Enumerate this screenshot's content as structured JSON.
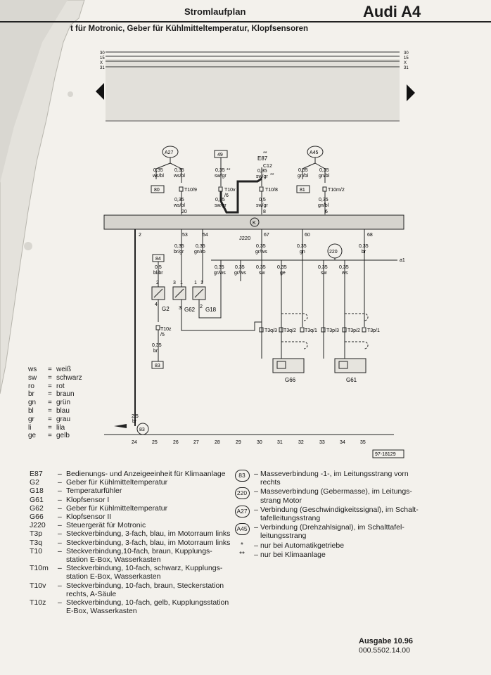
{
  "header": {
    "title": "Stromlaufplan",
    "model": "Audi A4",
    "subtitle": "t für Motronic, Geber für Kühlmitteltemperatur, Klopfsensoren"
  },
  "top_rails": [
    "30",
    "15",
    "X",
    "31"
  ],
  "connectors_top": {
    "A27": "A27",
    "E87": "E87",
    "C12": "C12",
    "A45": "A45",
    "w1": "0,35",
    "w1c": "ws/bl",
    "w2": "0,35",
    "w2c": "ws/bl",
    "w3": "0,35",
    "w3c": "sw/gr",
    "w4": "0,35",
    "w4c": "sw/gr",
    "w5": "0,35",
    "w5c": "gn/bl",
    "w6": "0,35",
    "w6c": "gn/bl",
    "n80": "80",
    "n49": "49",
    "n81": "81",
    "t109": "T10/9",
    "t10v": "T10v",
    "t10v6": "/6",
    "t108": "T10/8",
    "t10m2": "T10m/2",
    "w7": "0,35",
    "w7c": "ws/bl",
    "p20": "20",
    "w8": "0,35",
    "w8c": "sw/gr",
    "w9": "0,5",
    "w9c": "sw/gr",
    "p8": "8",
    "w10": "0,35",
    "w10c": "gn/bl",
    "p6": "6",
    "star2": "**",
    "star2b": "**",
    "star2c": "**"
  },
  "controller": {
    "K": "K",
    "J220": "J220",
    "p2": "2",
    "p53": "53",
    "p54": "54",
    "p67": "67",
    "p60": "60",
    "p68": "68"
  },
  "mid": {
    "a1": "a1",
    "n220": "220",
    "w53": "0,35",
    "w53c": "br/gr",
    "w54": "0,35",
    "w54c": "gn/ro",
    "w67": "0,35",
    "w67c": "gr/ws",
    "w60": "0,35",
    "w60c": "gn",
    "w68": "0,35",
    "w68c": "br",
    "n84": "84",
    "wb1": "0,5",
    "wb1c": "bl/br",
    "c1": "0,35",
    "c1c": "gr/ws",
    "c2": "0,35",
    "c2c": "gr/ws",
    "c3": "0,35",
    "c3c": "sw",
    "c4": "0,35",
    "c4c": "ge",
    "c5": "0,35",
    "c5c": "sw",
    "c6": "0,35",
    "c6c": "ws",
    "G2": "G2",
    "G62": "G62",
    "G18": "G18",
    "pin1a": "1",
    "pin2a": "2",
    "pin3a": "3",
    "pin4a": "4",
    "pin1b": "1",
    "pin2b": "2",
    "pin3b": "3",
    "pin1c": "1",
    "pin2c": "2",
    "t10z": "T10z",
    "t10z5": "/5",
    "wz": "0,35",
    "wzc": "br",
    "n83box": "83",
    "T3q3": "T3q/3",
    "T3q2": "T3q/2",
    "T3q1": "T3q/1",
    "T3p3": "T3p/3",
    "T3p2": "T3p/2",
    "T3p1": "T3p/1",
    "G66": "G66",
    "G61": "G61",
    "gw": "2,5",
    "gwc": "br",
    "g83": "83",
    "ref": "97-18129"
  },
  "tracks": [
    "24",
    "25",
    "26",
    "27",
    "28",
    "29",
    "30",
    "31",
    "32",
    "33",
    "34",
    "35"
  ],
  "color_codes": [
    {
      "code": "ws",
      "name": "weiß"
    },
    {
      "code": "sw",
      "name": "schwarz"
    },
    {
      "code": "ro",
      "name": "rot"
    },
    {
      "code": "br",
      "name": "braun"
    },
    {
      "code": "gn",
      "name": "grün"
    },
    {
      "code": "bl",
      "name": "blau"
    },
    {
      "code": "gr",
      "name": "grau"
    },
    {
      "code": "li",
      "name": "lila"
    },
    {
      "code": "ge",
      "name": "gelb"
    }
  ],
  "legend_left": [
    {
      "code": "E87",
      "text": "Bedienungs- und Anzeigeeinheit für Klimaanlage"
    },
    {
      "code": "G2",
      "text": "Geber für Kühlmitteltemperatur"
    },
    {
      "code": "G18",
      "text": "Temperaturfühler"
    },
    {
      "code": "G61",
      "text": "Klopfsensor I"
    },
    {
      "code": "G62",
      "text": "Geber für Kühlmitteltemperatur"
    },
    {
      "code": "G66",
      "text": "Klopfsensor II"
    },
    {
      "code": "J220",
      "text": "Steuergerät für Motronic"
    },
    {
      "code": "T3p",
      "text": "Steckverbindung, 3-fach, blau, im Motorraum links"
    },
    {
      "code": "T3q",
      "text": "Steckverbindung, 3-fach, blau, im Motorraum links"
    },
    {
      "code": "T10",
      "text": "Steckverbindung,10-fach, braun, Kupplungs-station E-Box, Wasserkasten"
    },
    {
      "code": "T10m",
      "text": "Steckverbindung, 10-fach, schwarz, Kupplungs-station E-Box, Wasserkasten"
    },
    {
      "code": "T10v",
      "text": "Steckverbindung, 10-fach, braun, Steckerstation rechts, A-Säule"
    },
    {
      "code": "T10z",
      "text": "Steckverbindung, 10-fach, gelb, Kupplungsstation E-Box, Wasserkasten"
    }
  ],
  "legend_right": [
    {
      "sym": "83",
      "text": "Masseverbindung -1-, im Leitungsstrang vorn rechts"
    },
    {
      "sym": "220",
      "text": "Masseverbindung (Gebermasse), im Leitungs-strang Motor"
    },
    {
      "sym": "A27",
      "text": "Verbindung (Geschwindigkeitssignal), im Schalt-tafelleitungsstrang"
    },
    {
      "sym": "A45",
      "text": "Verbindung (Drehzahlsignal), im Schalttafel-leitungsstrang"
    },
    {
      "sym": "*",
      "text": "nur bei Automatikgetriebe"
    },
    {
      "sym": "**",
      "text": "nur bei Klimaanlage"
    }
  ],
  "footer": {
    "edition": "Ausgabe 10.96",
    "number": "000.5502.14.00"
  }
}
